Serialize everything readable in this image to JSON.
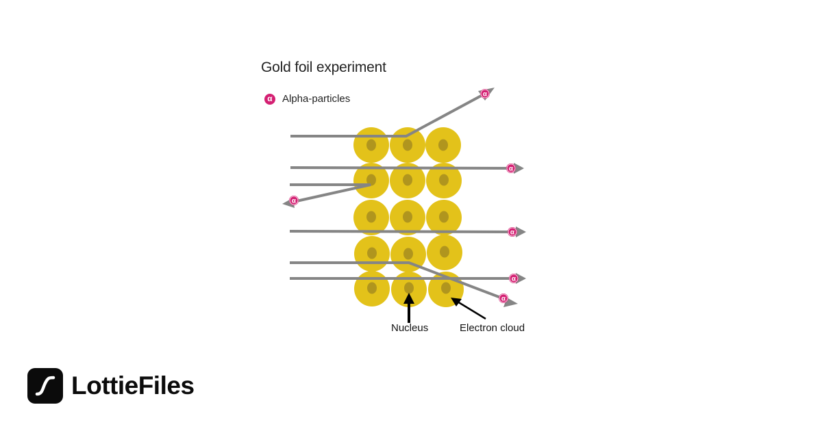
{
  "diagram": {
    "title": "Gold foil experiment",
    "legend": {
      "icon": "alpha-particle-icon",
      "symbol": "α",
      "label": "Alpha-particles",
      "color": "#d41f72"
    },
    "labels": {
      "nucleus": "Nucleus",
      "electron_cloud": "Electron cloud"
    },
    "particle_symbol": "α",
    "colors": {
      "electron_cloud": "#e3c21a",
      "nucleus": "#b0951e",
      "particle_path": "#858585",
      "alpha_marker": "#d41f72",
      "pointer_arrow": "#000000"
    },
    "atoms": {
      "rows": 5,
      "columns": 3
    },
    "particle_paths": [
      {
        "name": "deflected-up",
        "outcome": "deflected upward"
      },
      {
        "name": "passes-through-row-1",
        "outcome": "passes through"
      },
      {
        "name": "bounced-back",
        "outcome": "reflected back"
      },
      {
        "name": "passes-through-row-3",
        "outcome": "passes through"
      },
      {
        "name": "deflected-down",
        "outcome": "deflected downward"
      },
      {
        "name": "passes-through-row-5",
        "outcome": "passes through"
      }
    ]
  },
  "brand": {
    "logo_icon": "lottiefiles-logo-icon",
    "name": "LottieFiles"
  }
}
